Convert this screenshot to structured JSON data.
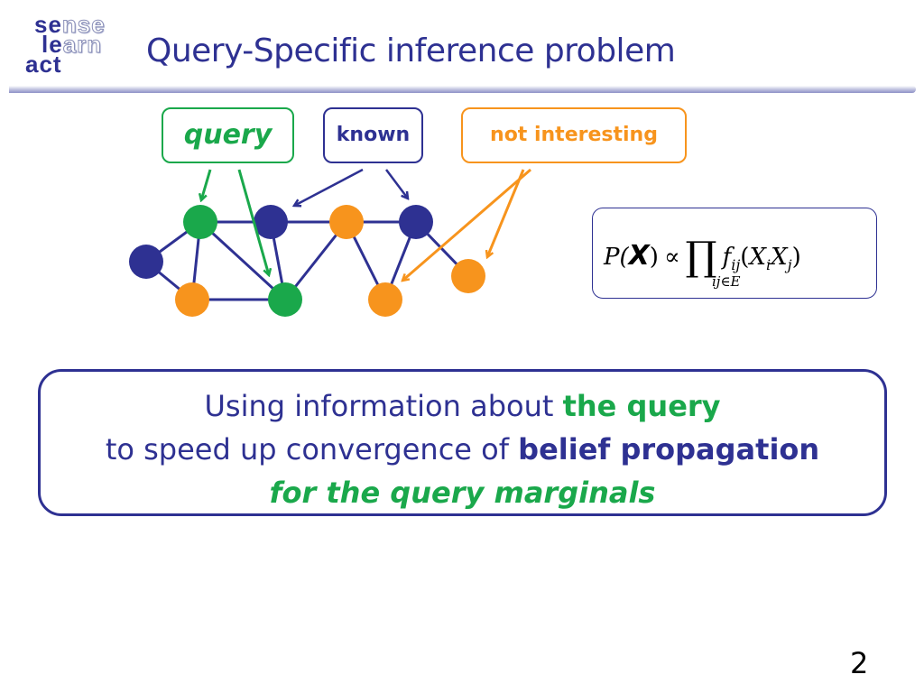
{
  "logo": {
    "line1_dark": "se",
    "line1_light": "nse",
    "line2_dark": "le",
    "line2_light": "arn",
    "line3_dark": "act"
  },
  "slide": {
    "title": "Query-Specific inference problem",
    "page_number": "2"
  },
  "legend": {
    "query": "query",
    "known": "known",
    "not_interesting": "not interesting"
  },
  "colors": {
    "query": "#1aa84b",
    "known": "#2e3192",
    "not_interesting": "#f7941d",
    "text": "#2e3192"
  },
  "graph": {
    "nodes": [
      {
        "id": "a",
        "type": "known"
      },
      {
        "id": "b",
        "type": "query"
      },
      {
        "id": "c",
        "type": "known"
      },
      {
        "id": "d",
        "type": "not_interesting"
      },
      {
        "id": "e",
        "type": "known"
      },
      {
        "id": "f",
        "type": "not_interesting"
      },
      {
        "id": "g",
        "type": "query"
      },
      {
        "id": "h",
        "type": "not_interesting"
      },
      {
        "id": "i",
        "type": "not_interesting"
      }
    ],
    "edges": [
      [
        "a",
        "b"
      ],
      [
        "a",
        "f"
      ],
      [
        "b",
        "c"
      ],
      [
        "b",
        "f"
      ],
      [
        "b",
        "g"
      ],
      [
        "c",
        "d"
      ],
      [
        "c",
        "g"
      ],
      [
        "d",
        "g"
      ],
      [
        "d",
        "e"
      ],
      [
        "d",
        "h"
      ],
      [
        "e",
        "h"
      ],
      [
        "e",
        "i"
      ],
      [
        "f",
        "g"
      ]
    ]
  },
  "formula": {
    "p": "P(",
    "x": "X",
    "close": ")",
    "proportional": "∝",
    "product": "∏",
    "f": "f",
    "f_sub": "ij",
    "open_paren": "(",
    "xi": "X",
    "xi_sub": "i",
    "xj": "X",
    "xj_sub": "j",
    "close_paren": ")",
    "product_sub": "ij∈E"
  },
  "message": {
    "line1_pre": "Using information about ",
    "line1_highlight": "the query",
    "line2_pre": "to speed up convergence of ",
    "line2_highlight": "belief propagation",
    "line3": "for the query marginals"
  }
}
